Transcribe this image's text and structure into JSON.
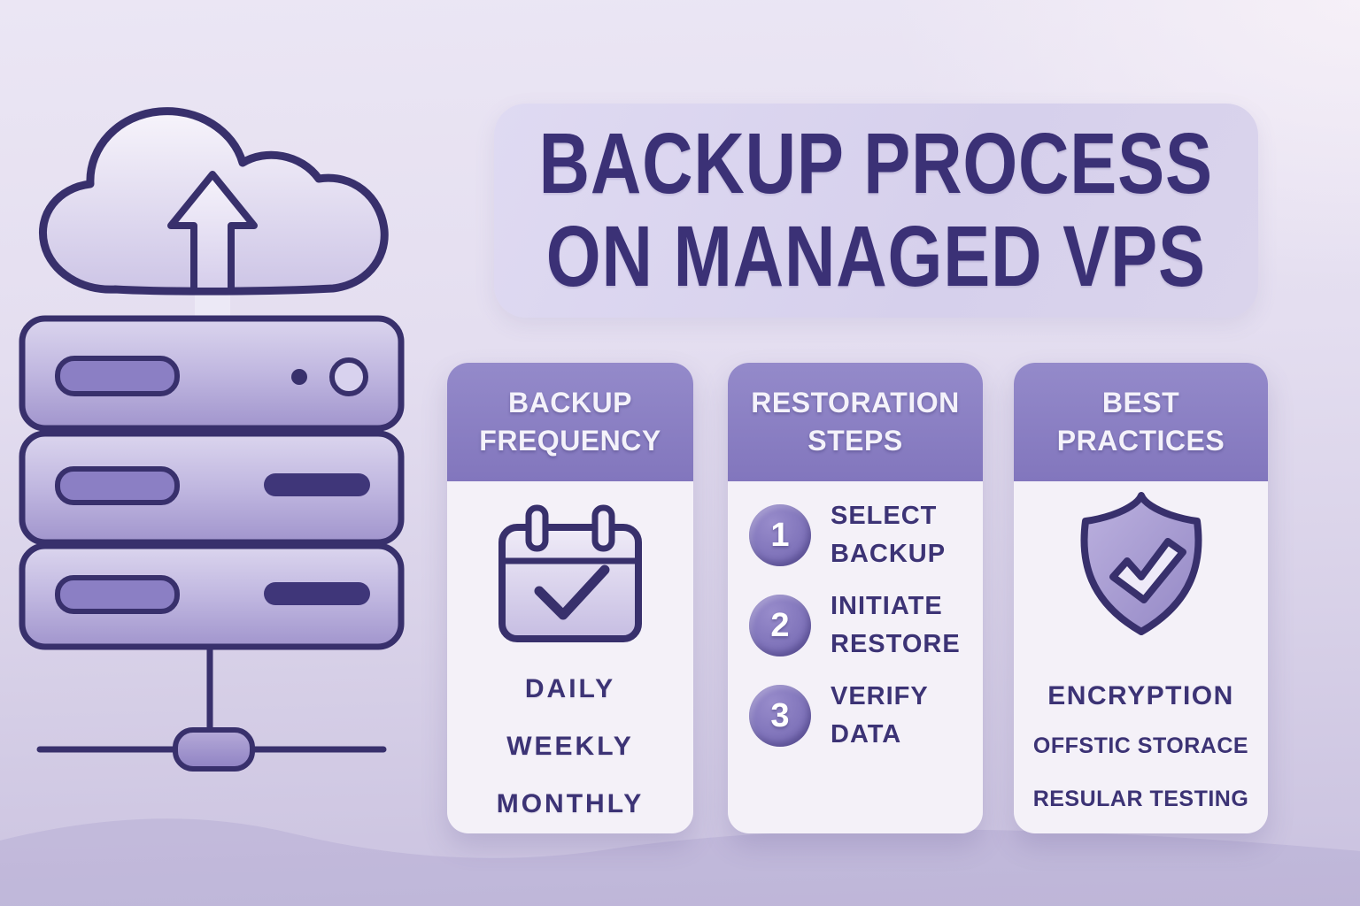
{
  "title": {
    "line1": "BACKUP PROCESS",
    "line2": "ON MANAGED VPS"
  },
  "illustration": {
    "name": "cloud-upload-to-server",
    "parts": [
      "cloud-upload-icon",
      "server-stack-icon",
      "network-link"
    ]
  },
  "cards": [
    {
      "header": "BACKUP FREQUENCY",
      "icon": "calendar-check-icon",
      "items": [
        "DAILY",
        "WEEKLY",
        "MONTHLY"
      ]
    },
    {
      "header": "RESTORATION STEPS",
      "steps": [
        {
          "num": "1",
          "label": "SELECT BACKUP"
        },
        {
          "num": "2",
          "label": "INITIATE RESTORE"
        },
        {
          "num": "3",
          "label": "VERIFY DATA"
        }
      ]
    },
    {
      "header": "BEST PRACTICES",
      "icon": "shield-check-icon",
      "items": [
        "ENCRYPTION",
        "OFFSTIC STORACE",
        "RESULAR TESTING"
      ]
    }
  ],
  "colors": {
    "background_top": "#ebe6f4",
    "background_bottom": "#c9c1df",
    "banner_bg": "#d8d2ee",
    "card_header_bg": "#8a7ec4",
    "card_body_bg": "#f4f1f8",
    "heading_text": "#3b3176",
    "header_text": "#f4f2fa",
    "body_text": "#3c3375",
    "outline": "#38306c",
    "step_circle": "#7b6eb5",
    "server_pill": "#3f3679"
  }
}
